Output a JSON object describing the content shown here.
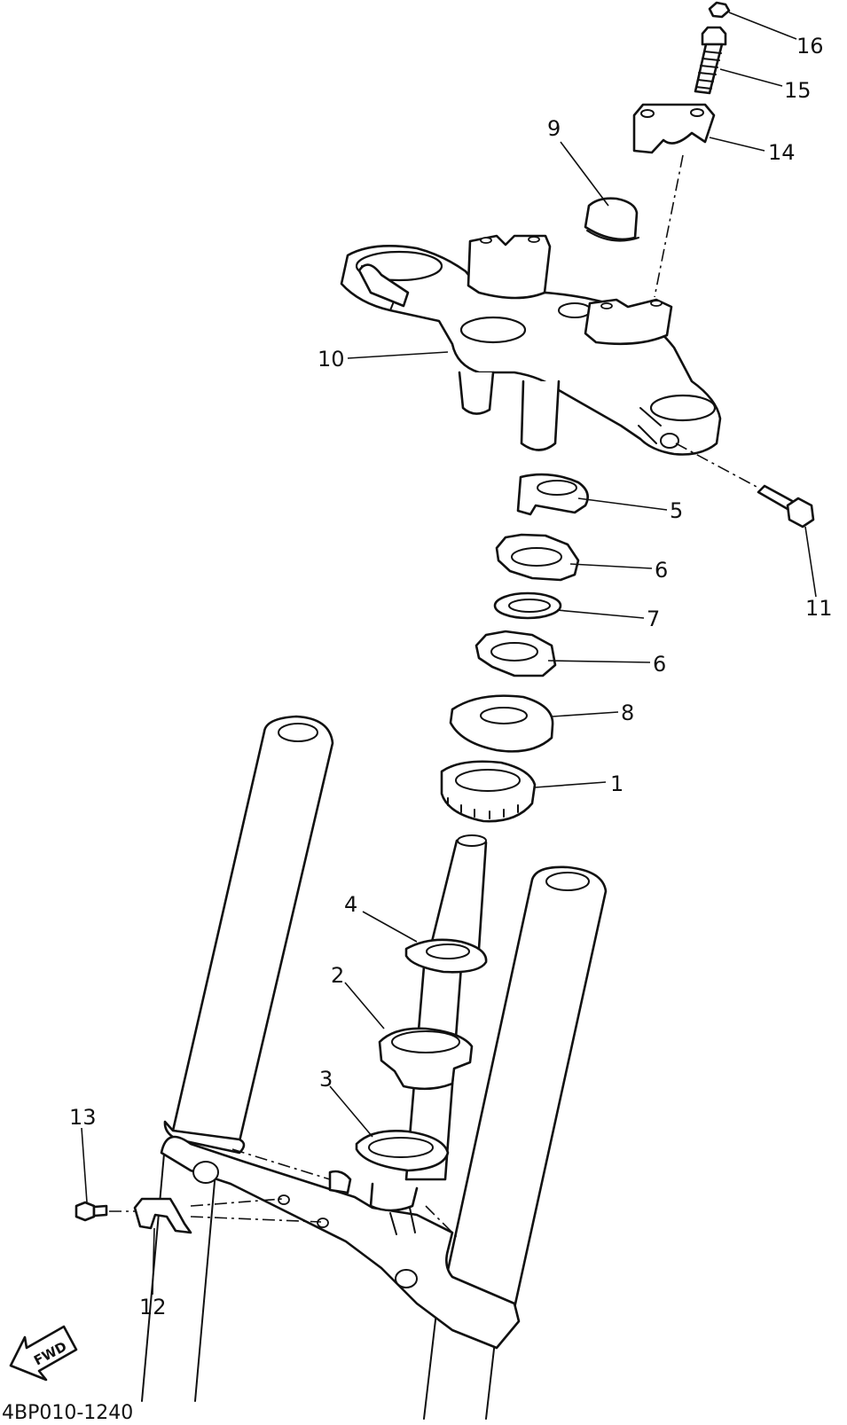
{
  "diagram": {
    "document_code": "4BP010-1240",
    "direction_label": "FWD",
    "callouts": [
      {
        "id": "c1",
        "label": "1"
      },
      {
        "id": "c2",
        "label": "2"
      },
      {
        "id": "c3",
        "label": "3"
      },
      {
        "id": "c4",
        "label": "4"
      },
      {
        "id": "c5",
        "label": "5"
      },
      {
        "id": "c6a",
        "label": "6"
      },
      {
        "id": "c6b",
        "label": "6"
      },
      {
        "id": "c7",
        "label": "7"
      },
      {
        "id": "c8",
        "label": "8"
      },
      {
        "id": "c9",
        "label": "9"
      },
      {
        "id": "c10",
        "label": "10"
      },
      {
        "id": "c11",
        "label": "11"
      },
      {
        "id": "c12",
        "label": "12"
      },
      {
        "id": "c13",
        "label": "13"
      },
      {
        "id": "c14",
        "label": "14"
      },
      {
        "id": "c15",
        "label": "15"
      },
      {
        "id": "c16",
        "label": "16"
      }
    ]
  }
}
